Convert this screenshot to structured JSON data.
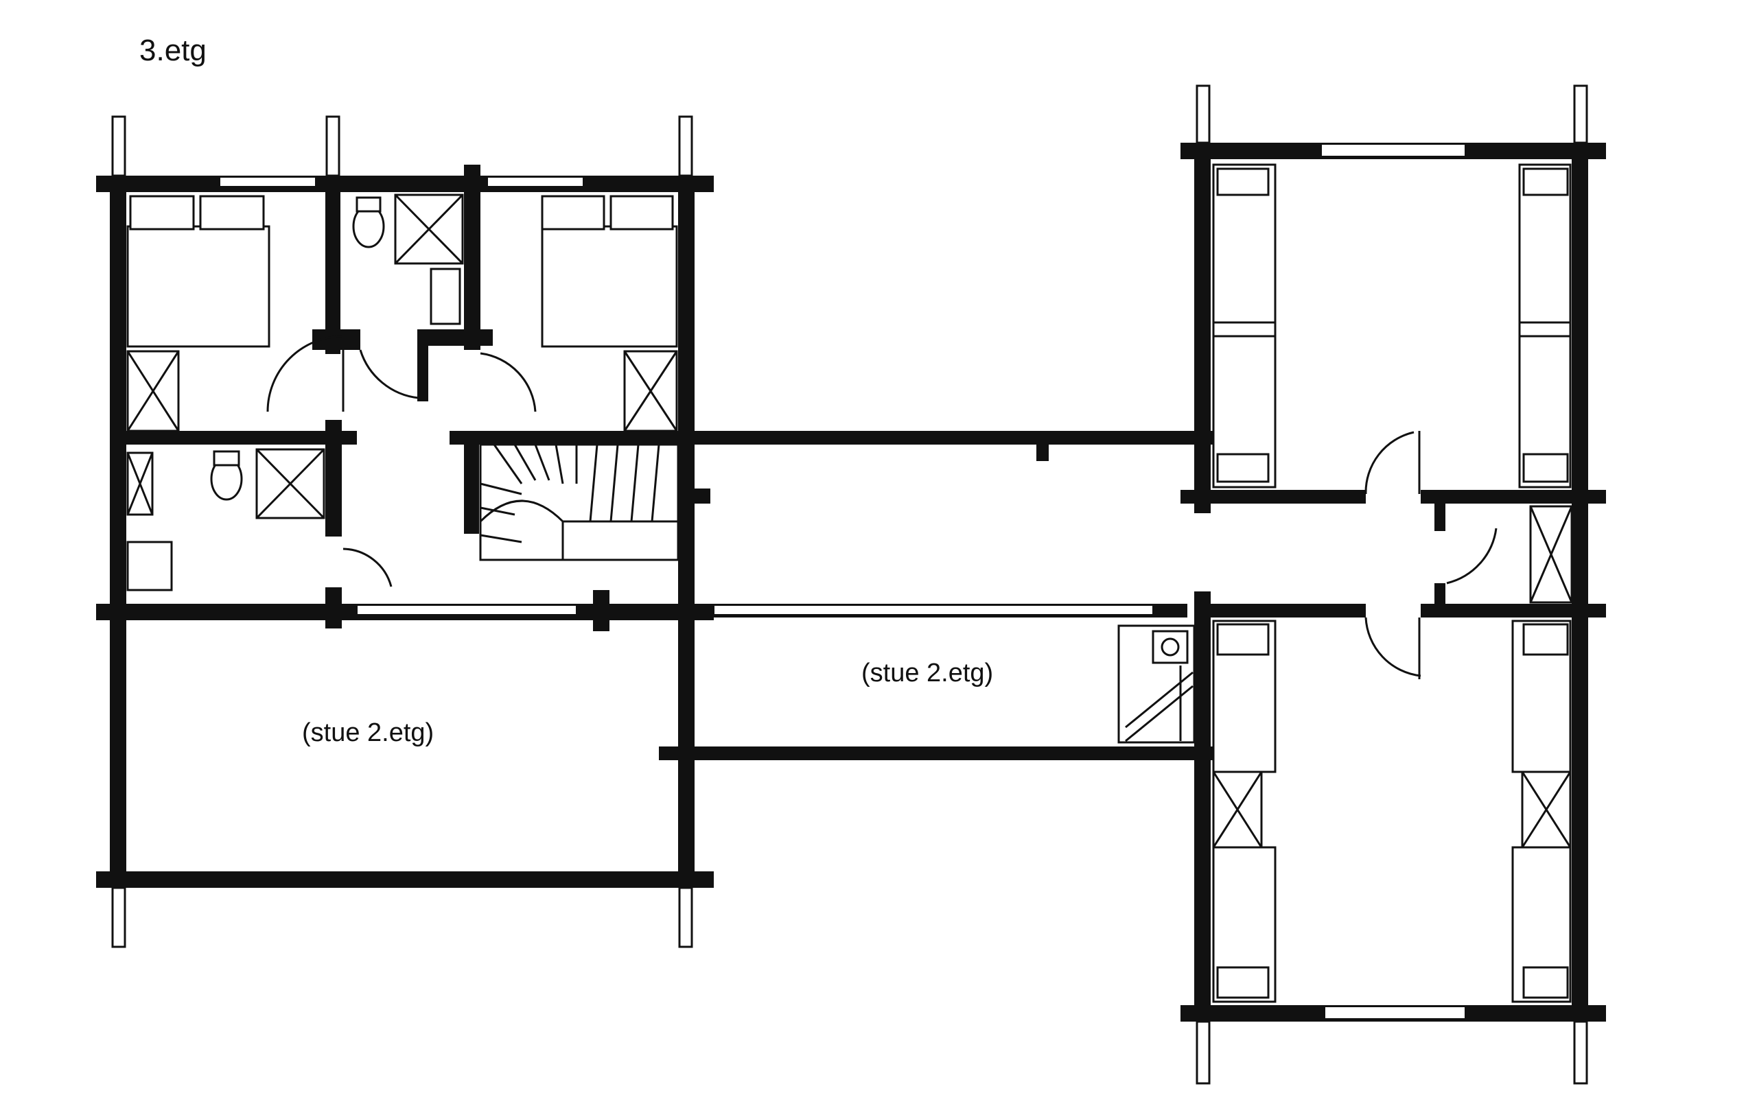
{
  "plan": {
    "floor_label": "3.etg",
    "rooms": [
      {
        "label": "(stue 2.etg)"
      },
      {
        "label": "(stue 2.etg)"
      }
    ]
  },
  "colors": {
    "wall": "#111111",
    "background": "#ffffff"
  }
}
